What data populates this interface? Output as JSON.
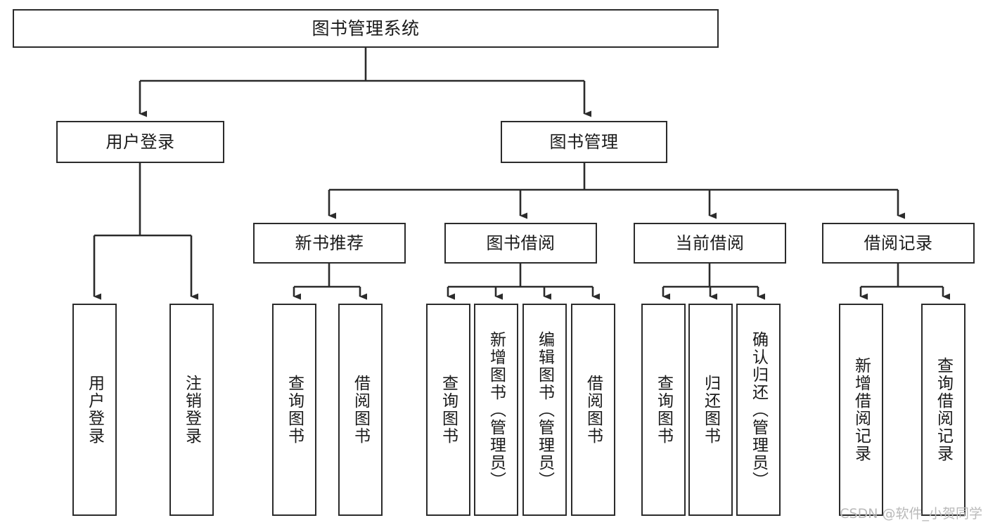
{
  "diagram": {
    "title": "图书管理系统",
    "type": "tree",
    "orientation": "top-down",
    "colors": {
      "background": "#ffffff",
      "node_fill": "#ffffff",
      "node_stroke": "#2b2b2b",
      "edge_stroke": "#2b2b2b",
      "text": "#1a1a1a",
      "watermark": "#b9b9b9"
    },
    "watermark": "CSDN @软件_小贺同学",
    "nodes": {
      "root": {
        "label": "图书管理系统"
      },
      "level2": [
        {
          "id": "user-login",
          "label": "用户登录"
        },
        {
          "id": "book-manage",
          "label": "图书管理"
        }
      ],
      "level3": [
        {
          "id": "new-book-recommend",
          "label": "新书推荐"
        },
        {
          "id": "book-borrow",
          "label": "图书借阅"
        },
        {
          "id": "current-borrow",
          "label": "当前借阅"
        },
        {
          "id": "borrow-record",
          "label": "借阅记录"
        }
      ],
      "leaves": {
        "user_login": [
          {
            "id": "login",
            "label": "用户登录"
          },
          {
            "id": "logout",
            "label": "注销登录"
          }
        ],
        "new_book_recommend": [
          {
            "id": "query-book-1",
            "label": "查询图书"
          },
          {
            "id": "borrow-book-1",
            "label": "借阅图书"
          }
        ],
        "book_borrow": [
          {
            "id": "query-book-2",
            "label": "查询图书"
          },
          {
            "id": "add-book",
            "label": "新增图书（管理员）"
          },
          {
            "id": "edit-book",
            "label": "编辑图书（管理员）"
          },
          {
            "id": "borrow-book-2",
            "label": "借阅图书"
          }
        ],
        "current_borrow": [
          {
            "id": "query-book-3",
            "label": "查询图书"
          },
          {
            "id": "return-book",
            "label": "归还图书"
          },
          {
            "id": "confirm-return",
            "label": "确认归还（管理员）"
          }
        ],
        "borrow_record": [
          {
            "id": "add-record",
            "label": "新增借阅记录"
          },
          {
            "id": "query-record",
            "label": "查询借阅记录"
          }
        ]
      }
    }
  }
}
